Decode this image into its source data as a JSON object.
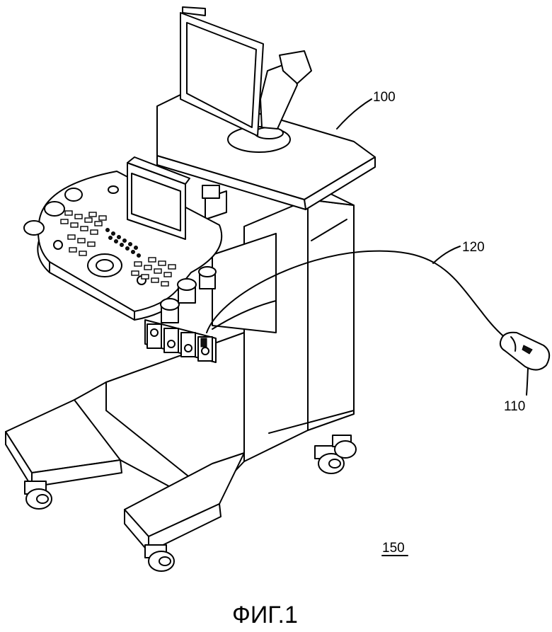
{
  "labels": {
    "cart": "100",
    "probe": "110",
    "cable": "120",
    "system": "150"
  },
  "caption": "ФИГ.1",
  "colors": {
    "ink": "#000000",
    "paper": "#ffffff"
  }
}
